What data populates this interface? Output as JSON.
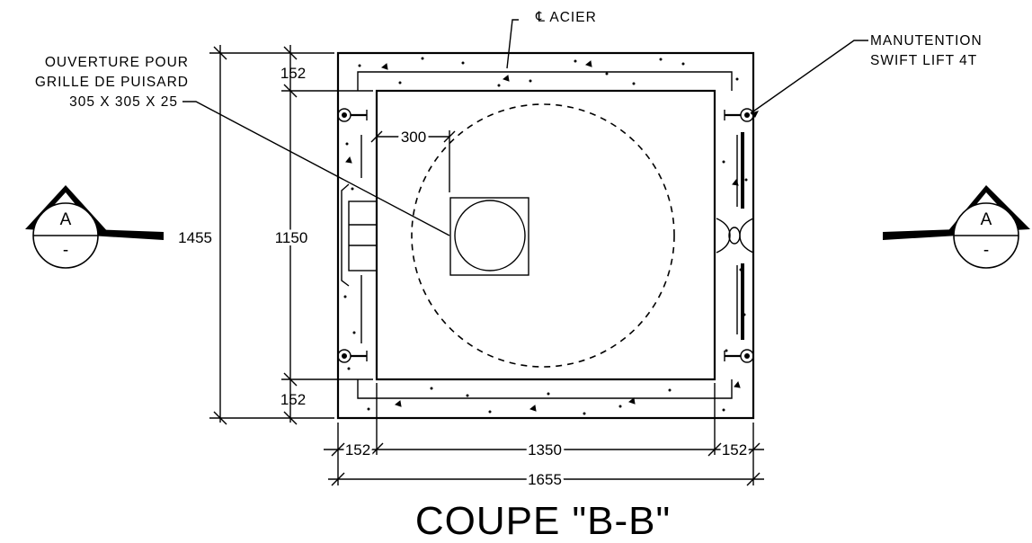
{
  "notes": {
    "steel": "℄ ACIER",
    "handling_line1": "MANUTENTION",
    "handling_line2": "SWIFT LIFT 4T",
    "opening_line1": "OUVERTURE POUR",
    "opening_line2": "GRILLE DE PUISARD",
    "opening_line3": "305 X 305 X 25"
  },
  "dimensions": {
    "overall_height": "1455",
    "inner_height": "1150",
    "top_wall": "152",
    "bottom_wall": "152",
    "opening_offset": "300",
    "left_wall": "152",
    "inner_width": "1350",
    "right_wall": "152",
    "overall_width": "1655"
  },
  "section_markers": {
    "left": {
      "letter": "A",
      "sub": "-"
    },
    "right": {
      "letter": "A",
      "sub": "-"
    }
  },
  "title": "COUPE \"B-B\""
}
